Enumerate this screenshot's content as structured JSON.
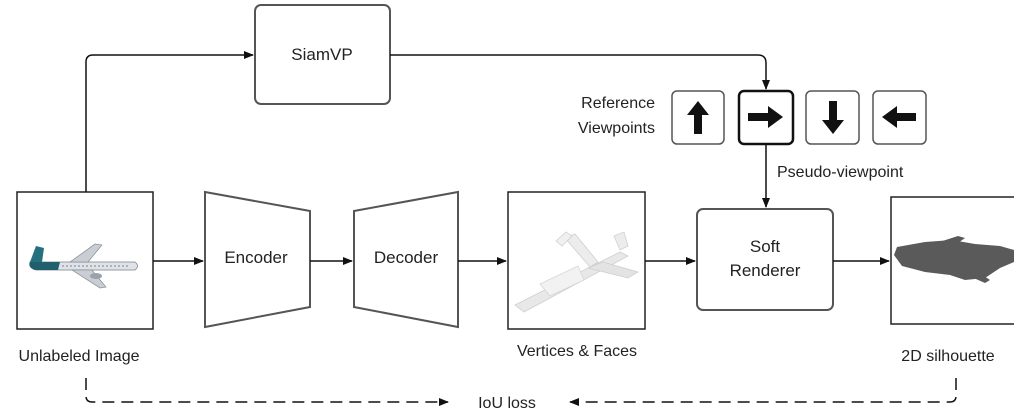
{
  "nodes": {
    "siamvp": "SiamVP",
    "encoder": "Encoder",
    "decoder": "Decoder",
    "soft_renderer_line1": "Soft",
    "soft_renderer_line2": "Renderer"
  },
  "labels": {
    "unlabeled_image": "Unlabeled Image",
    "vertices_faces": "Vertices & Faces",
    "silhouette": "2D silhouette",
    "reference_line1": "Reference",
    "reference_line2": "Viewpoints",
    "pseudo_viewpoint": "Pseudo-viewpoint",
    "iou_loss": "IoU loss"
  },
  "viewpoints": [
    {
      "direction": "up",
      "icon": "arrow-up-icon",
      "selected": false
    },
    {
      "direction": "right",
      "icon": "arrow-right-icon",
      "selected": true
    },
    {
      "direction": "down",
      "icon": "arrow-down-icon",
      "selected": false
    },
    {
      "direction": "left",
      "icon": "arrow-left-icon",
      "selected": false
    }
  ],
  "colors": {
    "box_stroke": "#555555",
    "arrow": "#111111",
    "silhouette": "#5a5a5a",
    "mesh": "#e6e6e6",
    "airplane_body": "#d8dde2",
    "airplane_accent": "#1f5f6e"
  }
}
